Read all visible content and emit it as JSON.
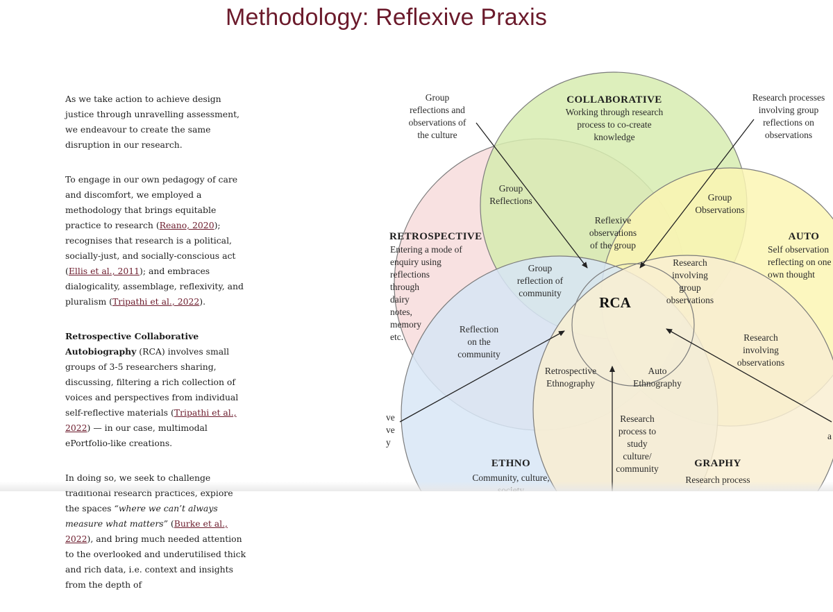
{
  "title": "Methodology: Reflexive Praxis",
  "para1": "As we take action to achieve design justice through unravelling assessment, we endeavour to create the same disruption in our research.",
  "para2": {
    "t1": "To engage in our own pedagogy of care and discomfort, we employed a methodology that brings equitable practice to research (",
    "l1": "Reano, 2020",
    "t2": "); recognises that research is a political, socially-just, and socially-conscious act (",
    "l2": "Ellis et al., 2011",
    "t3": "); and embraces dialogicality, assemblage, reflexivity, and pluralism (",
    "l3": "Tripathi et al., 2022",
    "t4": ")."
  },
  "para3": {
    "bold": "Retrospective Collaborative Autobiography",
    "t1": " (RCA) involves small groups of 3-5 researchers sharing, discussing, filtering a rich collection of voices and perspectives from individual self-reflective materials (",
    "l1": "Tripathi et al., 2022",
    "t2": ") — in our case, multimodal ePortfolio-like creations."
  },
  "para4": {
    "t1": "In doing so, we seek to challenge traditional research practices, explore the spaces ",
    "quote": "“where we can’t always measure what matters”",
    "t2": " (",
    "l1": "Burke et al., 2022",
    "t3": "), and bring much needed attention to the overlooked and underutilised thick and rich data, i.e. context and insights from the depth of"
  },
  "diagram": {
    "collaborative": {
      "title": "COLLABORATIVE",
      "lines": [
        "Working through research",
        "process to co-create",
        "knowledge"
      ]
    },
    "retrospective": {
      "title": "RETROSPECTIVE",
      "lines": [
        "Entering a mode of",
        "enquiry using",
        "reflections",
        "through",
        "dairy",
        "notes,",
        "memory",
        "etc."
      ]
    },
    "auto": {
      "title": "AUTO",
      "lines": [
        "Self observation",
        "reflecting on one",
        "own thought"
      ]
    },
    "ethno": {
      "title": "ETHNO",
      "lines": [
        "Community, culture,",
        "society"
      ]
    },
    "graphy": {
      "title": "GRAPHY",
      "lines": [
        "Research process"
      ]
    },
    "center": "RCA",
    "group_reflections": [
      "Group",
      "Reflections"
    ],
    "group_observations": [
      "Group",
      "Observations"
    ],
    "reflexive_observations": [
      "Reflexive",
      "observations",
      "of the group"
    ],
    "group_reflection_community": [
      "Group",
      "reflection of",
      "community"
    ],
    "research_group_observations": [
      "Research",
      "involving",
      "group",
      "observations"
    ],
    "reflection_community": [
      "Reflection",
      "on the",
      "community"
    ],
    "research_observations": [
      "Research",
      "involving",
      "observations"
    ],
    "retro_ethnography": [
      "Retrospective",
      "Ethnography"
    ],
    "auto_ethnography": [
      "Auto",
      "Ethnography"
    ],
    "research_process_study": [
      "Research",
      "process to",
      "study",
      "culture/",
      "community"
    ],
    "callout_top_left": [
      "Group",
      "reflections and",
      "observations of",
      "the culture"
    ],
    "callout_top_right": [
      "Research processes",
      "involving group",
      "reflections on",
      "observations"
    ],
    "edge_left": [
      "ve",
      "ve",
      "y"
    ],
    "edge_right": "a"
  },
  "colors": {
    "title": "#6b1a2b",
    "link": "#6b1a2b",
    "collaborative": "#d7ecb0",
    "retrospective": "#f7dcdc",
    "auto": "#fbf6b4",
    "ethno": "#d8e6f6",
    "graphy": "#f9eed2"
  }
}
